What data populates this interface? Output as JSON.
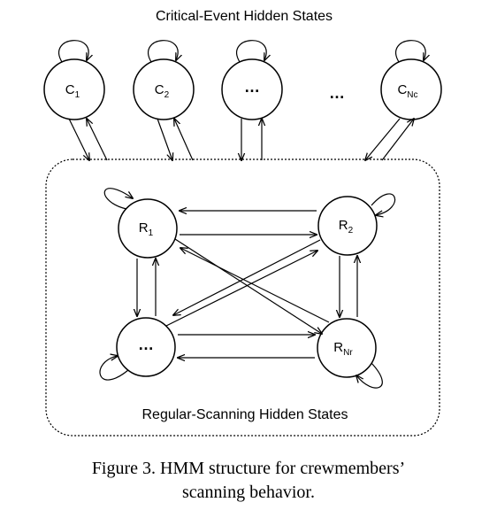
{
  "top_title": "Critical-Event Hidden States",
  "group_label": "Regular-Scanning Hidden States",
  "critical_states": [
    {
      "main": "C",
      "sub": "1"
    },
    {
      "main": "C",
      "sub": "2"
    },
    {
      "main": "…",
      "sub": ""
    },
    {
      "main": "C",
      "sub": "Nc"
    }
  ],
  "between_ellipsis": "…",
  "regular_states": [
    {
      "main": "R",
      "sub": "1"
    },
    {
      "main": "R",
      "sub": "2"
    },
    {
      "main": "…",
      "sub": ""
    },
    {
      "main": "R",
      "sub": "Nr"
    }
  ],
  "caption": {
    "line1": "Figure 3. HMM structure for crewmembers’",
    "line2": "scanning behavior."
  }
}
